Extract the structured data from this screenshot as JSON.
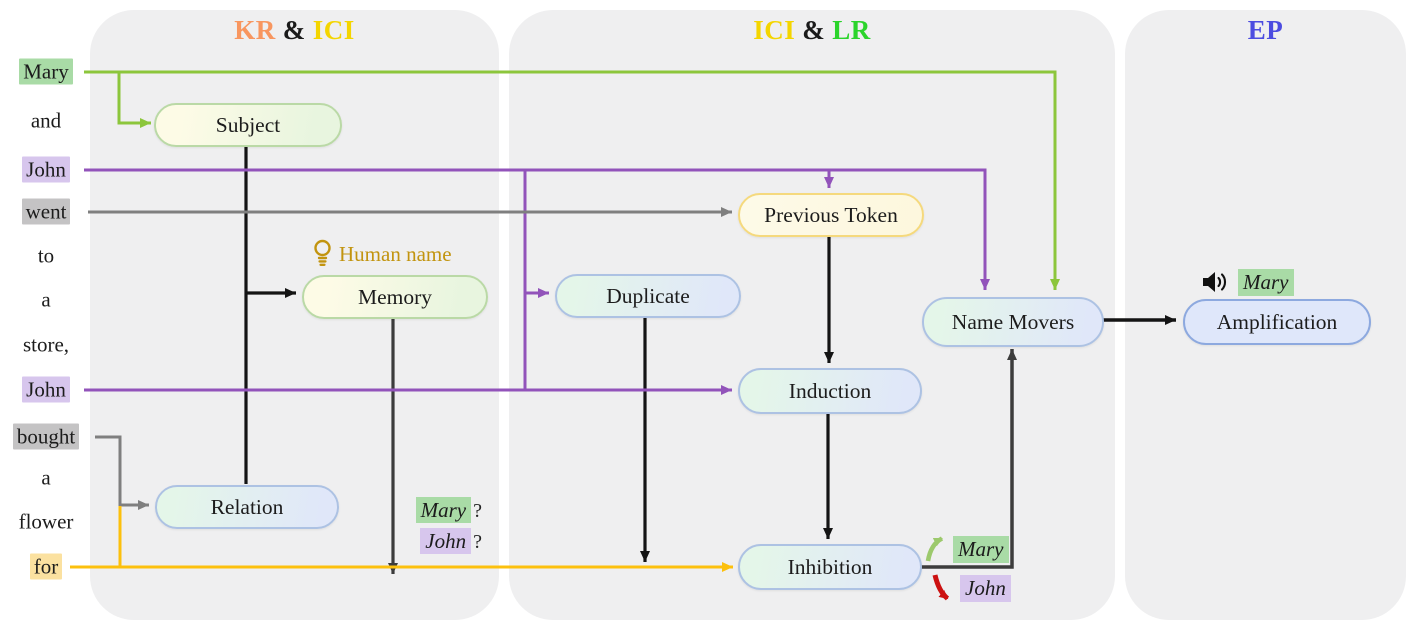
{
  "headers": {
    "kr_ici": {
      "p1": "KR",
      "p1_color": "#f8965f",
      "amp": "&",
      "p2": "ICI",
      "p2_color": "#f4d500"
    },
    "ici_lr": {
      "p1": "ICI",
      "p1_color": "#f4d500",
      "amp": "&",
      "p2": "LR",
      "p2_color": "#2bd42b"
    },
    "ep": {
      "p1": "EP",
      "p1_color": "#4c4ce0"
    }
  },
  "sentence": "Mary and John went to a store, John bought a flower for",
  "tokens": [
    {
      "text": "Mary",
      "bg": "#a9dba6"
    },
    {
      "text": "and",
      "bg": null
    },
    {
      "text": "John",
      "bg": "#d7c6ed"
    },
    {
      "text": "went",
      "bg": "#c4c3c4"
    },
    {
      "text": "to",
      "bg": null
    },
    {
      "text": "a",
      "bg": null
    },
    {
      "text": "store,",
      "bg": null
    },
    {
      "text": "John",
      "bg": "#d7c6ed"
    },
    {
      "text": "bought",
      "bg": "#c4c3c4"
    },
    {
      "text": "a",
      "bg": null
    },
    {
      "text": "flower",
      "bg": null
    },
    {
      "text": "for",
      "bg": "#fbe1a0"
    }
  ],
  "nodes": {
    "subject": "Subject",
    "memory": "Memory",
    "previous_token": "Previous Token",
    "duplicate": "Duplicate",
    "name_movers": "Name Movers",
    "amplification": "Amplification",
    "induction": "Induction",
    "relation": "Relation",
    "inhibition": "Inhibition"
  },
  "annotations": {
    "memory_hint": "Human name",
    "memory_hint_color": "#c2940f",
    "query_word1": "Mary",
    "query_word1_bg": "#a9dba6",
    "query_suffix1": "?",
    "query_word2": "John",
    "query_word2_bg": "#d7c6ed",
    "query_suffix2": "?",
    "output_word": "Mary",
    "output_word_bg": "#a9dba6",
    "boost_word": "Mary",
    "boost_word_bg": "#a9dba6",
    "suppress_word": "John",
    "suppress_word_bg": "#d7c6ed"
  },
  "colors": {
    "green_edge": "#8cc63c",
    "purple_edge": "#9253ba",
    "gray_edge": "#7f7f7f",
    "yellow_edge": "#fcc00d",
    "black_edge": "#141414",
    "dark_edge": "#3c3c3c",
    "boost_arrow": "#9cc96c",
    "suppress_arrow": "#cc1111",
    "bulb_icon": "#c2940f",
    "speaker_icon": "#111111"
  }
}
